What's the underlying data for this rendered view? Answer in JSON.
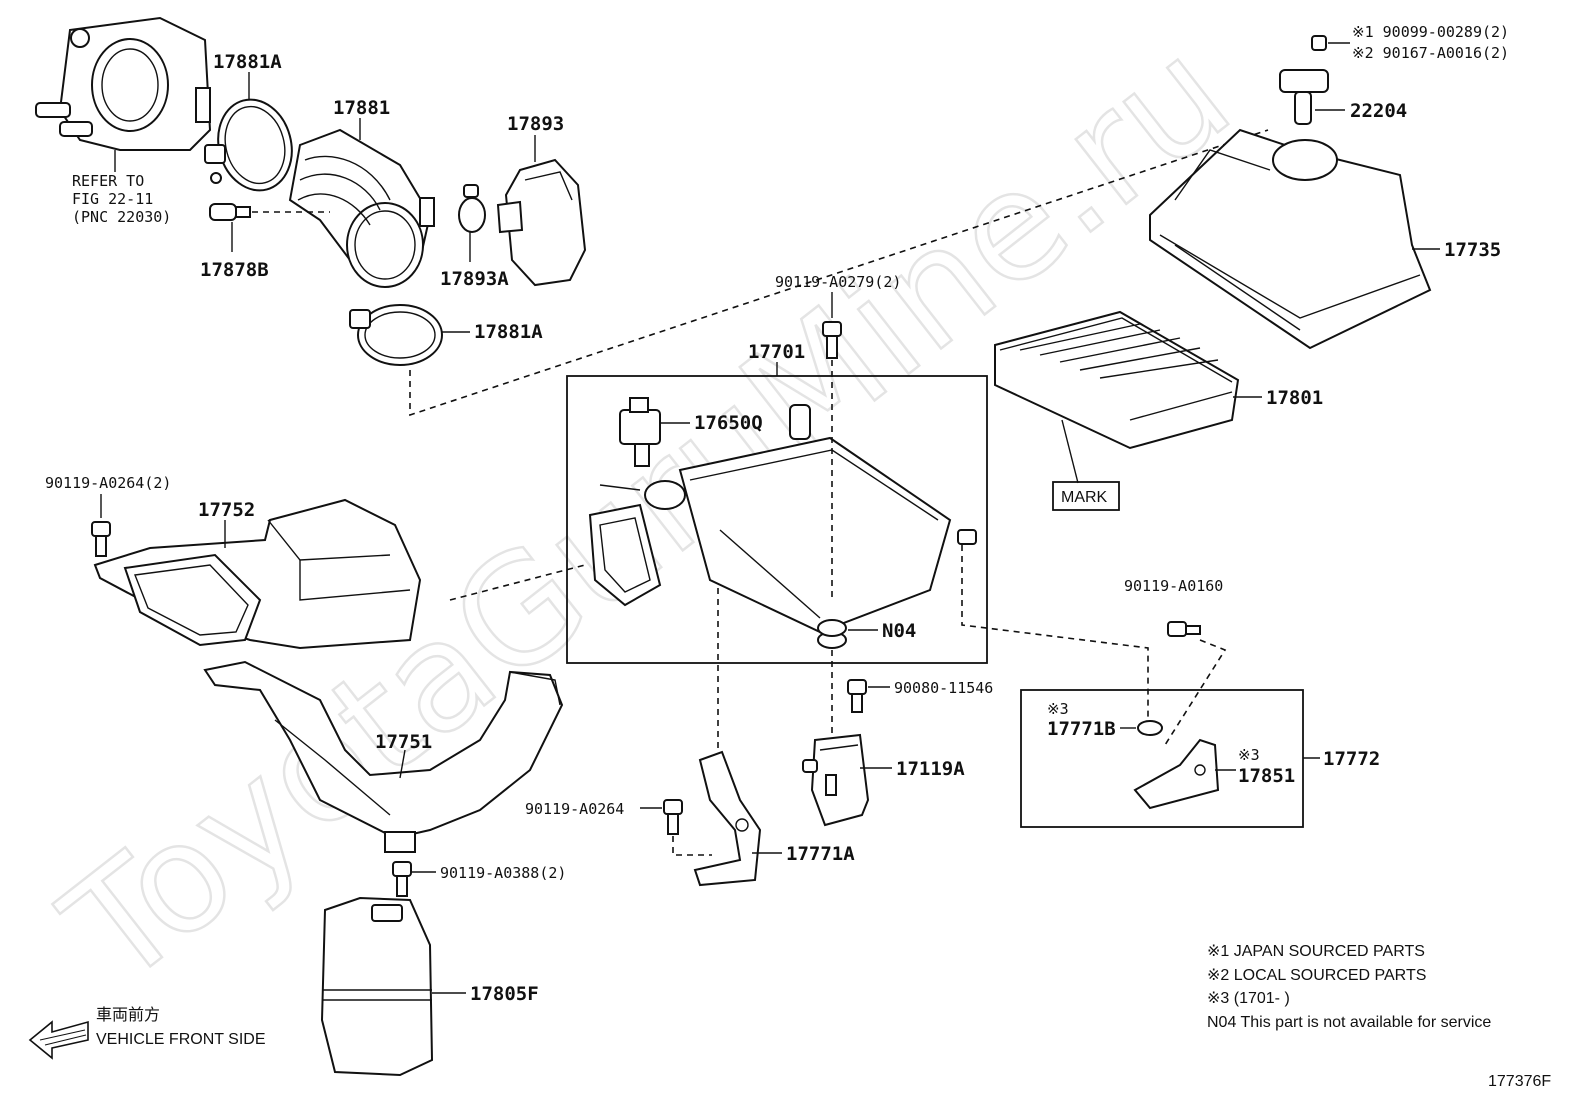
{
  "watermark": "ToyotaGuruMine.ru",
  "diagram_id": "177376F",
  "parts": {
    "throttle_ref_line1": "REFER TO",
    "throttle_ref_line2": "FIG 22-11",
    "throttle_ref_line3": "(PNC 22030)",
    "p17881A_top": "17881A",
    "p17881": "17881",
    "p17893": "17893",
    "p17878B": "17878B",
    "p17893A": "17893A",
    "p17881A_bottom": "17881A",
    "p22204": "22204",
    "p17735": "17735",
    "p17801": "17801",
    "mark": "MARK",
    "p17701": "17701",
    "p17650Q": "17650Q",
    "bolt_A0279": "90119-A0279(2)",
    "bolt_A0264_2": "90119-A0264(2)",
    "p17752": "17752",
    "pN04": "N04",
    "bolt_11546": "90080-11546",
    "p17119A": "17119A",
    "bolt_A0160": "90119-A0160",
    "p17772": "17772",
    "p17771B": "17771B",
    "p17851": "17851",
    "note3a": "※3",
    "note3b": "※3",
    "p17751": "17751",
    "bolt_A0264": "90119-A0264",
    "p17771A": "17771A",
    "bolt_A0388": "90119-A0388(2)",
    "p17805F": "17805F",
    "screw1": "※1 90099-00289(2)",
    "screw2": "※2 90167-A0016(2)"
  },
  "legend": {
    "jp_text": "車両前方",
    "front_text": "VEHICLE FRONT SIDE",
    "note1": "※1 JAPAN SOURCED PARTS",
    "note2": "※2 LOCAL SOURCED PARTS",
    "note3": "※3 (1701-      )",
    "note4": "N04 This part is not available for service"
  }
}
